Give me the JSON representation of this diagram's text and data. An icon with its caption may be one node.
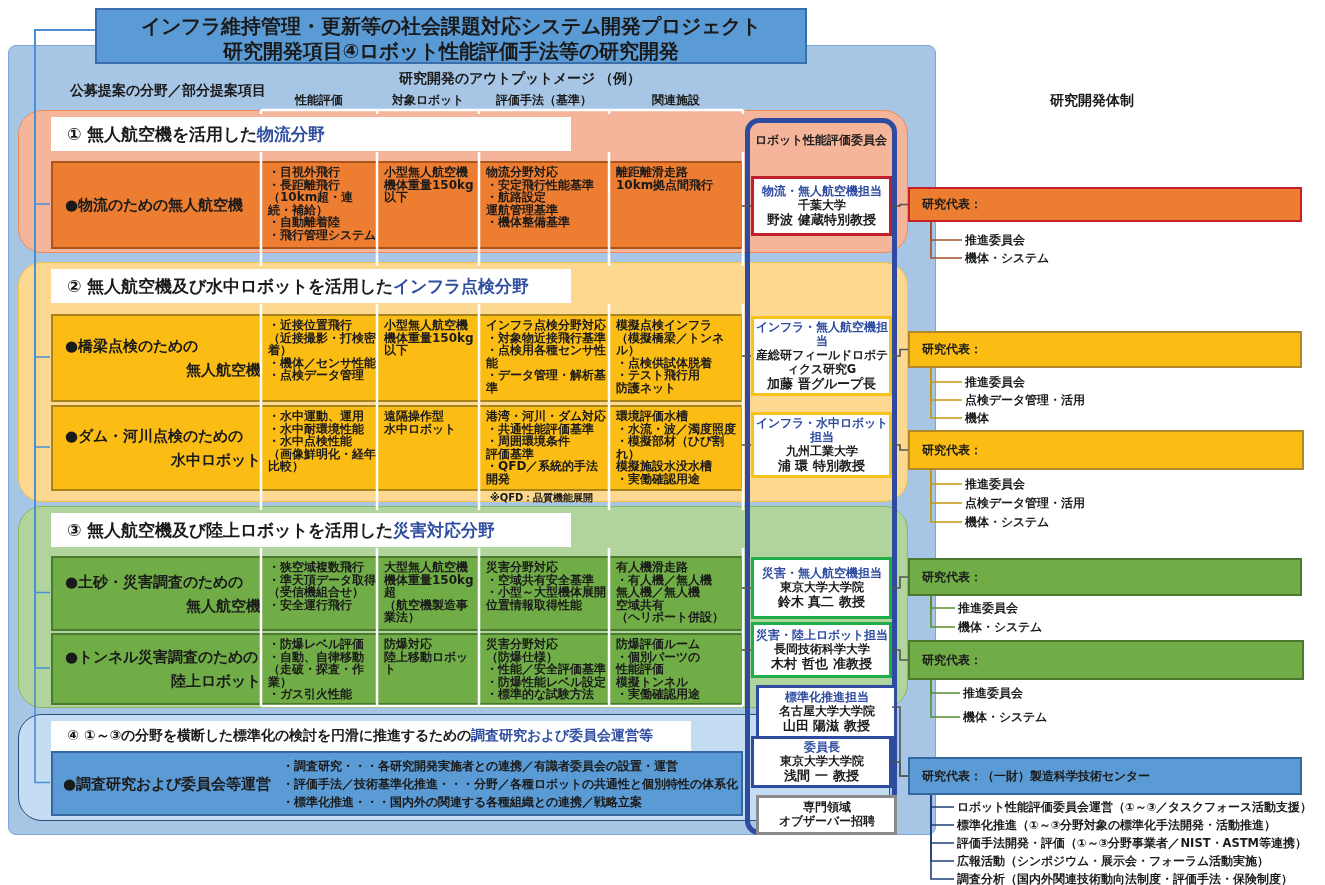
{
  "diagram": {
    "nodes": [
      {
        "text": [
          "インフラ維持管理・更新等の社会課題対応システム開発プロジェクト",
          "研究開発項目④ロボット性能評価手法等の研究開発"
        ]
      },
      {
        "text": [
          "① 無人航空機を活用した**物流分野**"
        ]
      },
      {
        "text": [
          "●物流のための無人航空機"
        ],
        "in": 1
      },
      {
        "text": [
          "・目視外飛行",
          "・長距離飛行",
          "（10km超・連続・補給）",
          "・自動離着陸",
          "・飛行管理システム"
        ],
        "in": 2
      },
      {
        "text": [
          "小型無人航空機",
          "機体重量150kg以下"
        ],
        "in": 2
      },
      {
        "text": [
          "物流分野対応",
          "・安定飛行性能基準",
          "・航路設定",
          "運航管理基準",
          "・機体整備基準"
        ],
        "in": 2
      },
      {
        "text": [
          "離距離滑走路",
          "10km拠点間飛行"
        ],
        "in": 2
      },
      {
        "text": [
          "② 無人航空機及び水中ロボットを活用した**インフラ点検分野**"
        ]
      },
      {
        "text": [
          "●橋梁点検のための",
          "無人航空機"
        ],
        "in": 7
      },
      {
        "text": [
          "・近接位置飛行",
          "（近接撮影・打検密着）",
          "・機体／センサ性能",
          "・点検データ管理"
        ],
        "in": 8
      },
      {
        "text": [
          "小型無人航空機",
          "機体重量150kg以下"
        ],
        "in": 8
      },
      {
        "text": [
          "インフラ点検分野対応",
          "・対象物近接飛行基準",
          "・点検用各種センサ性能",
          "・データ管理・解析基準"
        ],
        "in": 8
      },
      {
        "text": [
          "模擬点検インフラ",
          "（模擬橋梁／トンネル）",
          "・点検供試体脱着",
          "・テスト飛行用",
          "防護ネット"
        ],
        "in": 8
      },
      {
        "text": [
          "●ダム・河川点検のための",
          "水中ロボット"
        ],
        "in": 7
      },
      {
        "text": [
          "・水中運動、運用",
          "・水中耐環境性能",
          "・水中点検性能",
          "（画像鮮明化・経年比較）"
        ],
        "in": 13
      },
      {
        "text": [
          "遠隔操作型",
          "水中ロボット"
        ],
        "in": 13
      },
      {
        "text": [
          "港湾・河川・ダム対応",
          "・共通性能評価基準",
          "・周囲環境条件",
          "評価基準",
          "・QFD／系統的手法開発"
        ],
        "in": 13
      },
      {
        "text": [
          "環境評価水槽",
          "・水流・波／濁度照度",
          "・模擬部材（ひび割れ）",
          "模擬施設水没水槽",
          "・実働確認用途"
        ],
        "in": 13
      },
      {
        "text": [
          "③ 無人航空機及び陸上ロボットを活用した**災害対応分野**"
        ]
      },
      {
        "text": [
          "●土砂・災害調査のための",
          "無人航空機"
        ],
        "in": 18
      },
      {
        "text": [
          "・狭空域複数飛行",
          "・準天頂データ取得",
          "（受信機組合せ）",
          "・安全運行飛行"
        ],
        "in": 19
      },
      {
        "text": [
          "大型無人航空機",
          "機体重量150kg超",
          "（航空機製造事業法）"
        ],
        "in": 19
      },
      {
        "text": [
          "災害分野対応",
          "・空域共有安全基準",
          "・小型～大型機体展開",
          "位置情報取得性能"
        ],
        "in": 19
      },
      {
        "text": [
          "有人機滑走路",
          "・有人機／無人機",
          "無人機／無人機",
          "空域共有",
          "（ヘリポート併設）"
        ],
        "in": 19
      },
      {
        "text": [
          "●トンネル災害調査のための",
          "陸上ロボット"
        ],
        "in": 18
      },
      {
        "text": [
          "・防爆レベル評価",
          "・自動、自律移動",
          "（走破・探査・作業）",
          "・ガス引火性能"
        ],
        "in": 24
      },
      {
        "text": [
          "防爆対応",
          "陸上移動ロボット"
        ],
        "in": 24
      },
      {
        "text": [
          "災害分野対応",
          "（防爆仕様）",
          "・性能／安全評価基準",
          "・防爆性能レベル設定",
          "・標準的な試験方法"
        ],
        "in": 24
      },
      {
        "text": [
          "防爆評価ルーム",
          "・個別パーツの",
          "性能評価",
          "模擬トンネル",
          "・実働確認用途"
        ],
        "in": 24
      },
      {
        "text": [
          "④ ①～③の分野を横断した標準化の検討を円滑に推進するための**調査研究および委員会運営等**"
        ]
      },
      {
        "text": [
          "●調査研究および委員会等運営",
          "・調査研究・・・各研究開発実施者との連携／有識者委員会の設置・運営",
          "・評価手法／技術基準化推進・・・分野／各種ロボットの共通性と個別特性の体系化",
          "・標準化推進・・・国内外の関連する各種組織との連携／戦略立案"
        ],
        "in": 29
      },
      {
        "text": [
          "ロボット性能評価委員会"
        ]
      },
      {
        "text": [
          "物流・無人航空機担当",
          "千葉大学",
          "野波 健蔵特別教授"
        ]
      },
      {
        "text": [
          "インフラ・無人航空機担当",
          "産総研フィールドロボティクス研究G",
          "加藤 晋グループ長"
        ]
      },
      {
        "text": [
          "インフラ・水中ロボット担当",
          "九州工業大学",
          "浦 環 特別教授"
        ]
      },
      {
        "text": [
          "災害・無人航空機担当",
          "東京大学大学院",
          "鈴木 真二 教授"
        ]
      },
      {
        "text": [
          "災害・陸上ロボット担当",
          "長岡技術科学大学",
          "木村 哲也 准教授"
        ]
      },
      {
        "text": [
          "標準化推進担当",
          "名古屋大学大学院",
          "山田 陽滋 教授"
        ],
        "in": 31
      },
      {
        "text": [
          "委員長",
          "東京大学大学院",
          "浅間 一 教授"
        ]
      },
      {
        "text": [
          "専門領域",
          "オブザーバー招聘"
        ],
        "in": 31
      },
      {
        "text": [
          "研究代表："
        ]
      },
      {
        "text": [
          "推進委員会"
        ]
      },
      {
        "text": [
          "機体・システム"
        ]
      },
      {
        "text": [
          "研究代表："
        ]
      },
      {
        "text": [
          "推進委員会"
        ]
      },
      {
        "text": [
          "点検データ管理・活用"
        ]
      },
      {
        "text": [
          "機体"
        ]
      },
      {
        "text": [
          "研究代表："
        ]
      },
      {
        "text": [
          "推進委員会"
        ]
      },
      {
        "text": [
          "点検データ管理・活用"
        ]
      },
      {
        "text": [
          "機体・システム"
        ]
      },
      {
        "text": [
          "研究代表："
        ]
      },
      {
        "text": [
          "推進委員会"
        ]
      },
      {
        "text": [
          "機体・システム"
        ]
      },
      {
        "text": [
          "研究代表："
        ]
      },
      {
        "text": [
          "推進委員会"
        ]
      },
      {
        "text": [
          "機体・システム"
        ]
      },
      {
        "text": [
          "研究代表：（一財）製造科学技術センター"
        ]
      },
      {
        "text": [
          "ロボット性能評価委員会運営（①～③／タスクフォース活動支援）"
        ]
      },
      {
        "text": [
          "標準化推進（①～③分野対象の標準化手法開発・活動推進）"
        ]
      },
      {
        "text": [
          "評価手法開発・評価（①～③分野事業者／NIST・ASTM等連携）"
        ]
      },
      {
        "text": [
          "広報活動（シンポジウム・展示会・フォーラム活動実施）"
        ]
      },
      {
        "text": [
          "調査分析（国内外関連技術動向法制度・評価手法・保険制度）"
        ]
      }
    ],
    "edges": [
      {
        "from": 0,
        "to": 2,
        "arrow": "none",
        "color": "#4a8fd4"
      },
      {
        "from": 0,
        "to": 8,
        "arrow": "none",
        "color": "#4a8fd4"
      },
      {
        "from": 0,
        "to": 13,
        "arrow": "none",
        "color": "#4a8fd4"
      },
      {
        "from": 0,
        "to": 19,
        "arrow": "none",
        "color": "#4a8fd4"
      },
      {
        "from": 0,
        "to": 24,
        "arrow": "none",
        "color": "#4a8fd4"
      },
      {
        "from": 0,
        "to": 30,
        "arrow": "none",
        "color": "#4a8fd4"
      },
      {
        "from": 2,
        "to": 32,
        "arrow": "none"
      },
      {
        "from": 8,
        "to": 33,
        "arrow": "none"
      },
      {
        "from": 13,
        "to": 34,
        "arrow": "none"
      },
      {
        "from": 19,
        "to": 35,
        "arrow": "none"
      },
      {
        "from": 24,
        "to": 36,
        "arrow": "none"
      },
      {
        "from": 32,
        "to": 40,
        "arrow": "none"
      },
      {
        "from": 33,
        "to": 43,
        "arrow": "none"
      },
      {
        "from": 34,
        "to": 47,
        "arrow": "none"
      },
      {
        "from": 35,
        "to": 51,
        "arrow": "none"
      },
      {
        "from": 36,
        "to": 54,
        "arrow": "none"
      },
      {
        "from": 37,
        "to": 57,
        "arrow": "none"
      },
      {
        "from": 38,
        "to": 57,
        "arrow": "none"
      },
      {
        "from": 40,
        "to": 41,
        "arrow": "none",
        "color": "#a0522d"
      },
      {
        "from": 40,
        "to": 42,
        "arrow": "none",
        "color": "#a0522d"
      },
      {
        "from": 43,
        "to": 44,
        "arrow": "none",
        "color": "#c8960c"
      },
      {
        "from": 43,
        "to": 45,
        "arrow": "none",
        "color": "#c8960c"
      },
      {
        "from": 43,
        "to": 46,
        "arrow": "none",
        "color": "#c8960c"
      },
      {
        "from": 47,
        "to": 48,
        "arrow": "none",
        "color": "#c8960c"
      },
      {
        "from": 47,
        "to": 49,
        "arrow": "none",
        "color": "#c8960c"
      },
      {
        "from": 47,
        "to": 50,
        "arrow": "none",
        "color": "#c8960c"
      },
      {
        "from": 51,
        "to": 52,
        "arrow": "none",
        "color": "#5a8f2e"
      },
      {
        "from": 51,
        "to": 53,
        "arrow": "none",
        "color": "#5a8f2e"
      },
      {
        "from": 54,
        "to": 55,
        "arrow": "none",
        "color": "#5a8f2e"
      },
      {
        "from": 54,
        "to": 56,
        "arrow": "none",
        "color": "#5a8f2e"
      },
      {
        "from": 57,
        "to": 58,
        "arrow": "none",
        "color": "#1f3f7a"
      },
      {
        "from": 57,
        "to": 59,
        "arrow": "none",
        "color": "#1f3f7a"
      },
      {
        "from": 57,
        "to": 60,
        "arrow": "none",
        "color": "#1f3f7a"
      },
      {
        "from": 57,
        "to": 61,
        "arrow": "none",
        "color": "#1f3f7a"
      },
      {
        "from": 57,
        "to": 62,
        "arrow": "none",
        "color": "#1f3f7a"
      }
    ],
    "labels": [
      "公募提案の分野／部分提案項目",
      "研究開発のアウトプットメージ （例）",
      "性能評価",
      "対象ロボット",
      "評価手法（基準）",
      "関連施設",
      "研究開発体制",
      "※QFD：品質機能展開"
    ]
  }
}
